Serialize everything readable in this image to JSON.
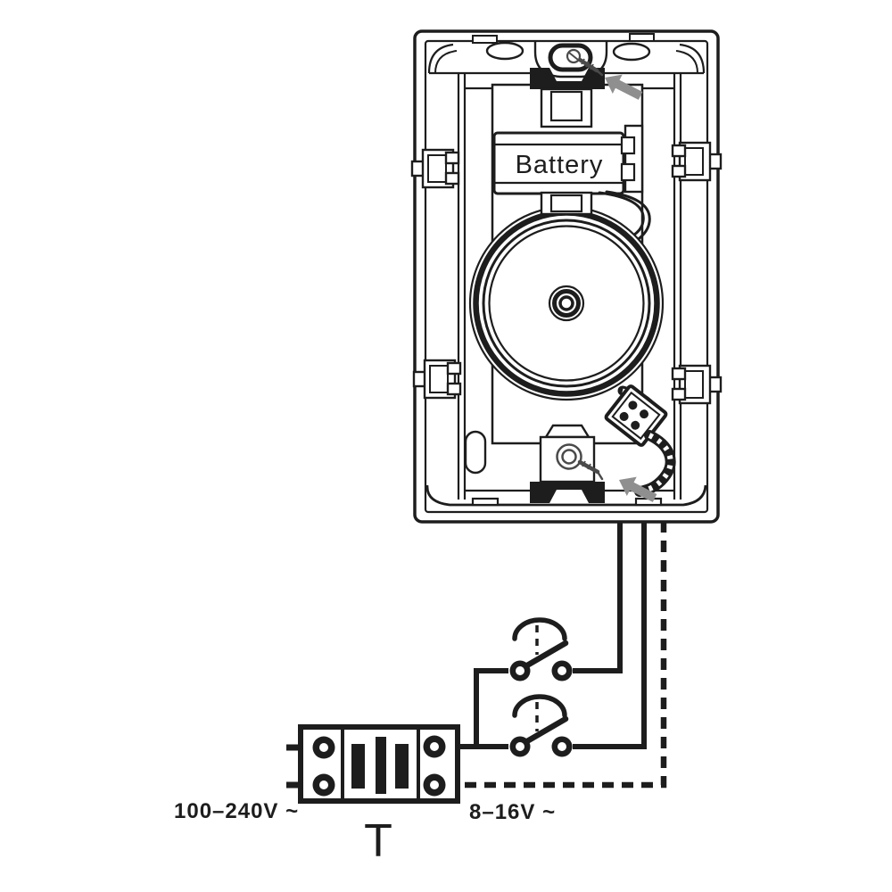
{
  "colors": {
    "background": "#ffffff",
    "ink": "#1d1d1d",
    "screw_gray": "#4a4a4a",
    "arrow_gray": "#8f8f8f"
  },
  "device": {
    "battery_label": "Battery"
  },
  "circuit_labels": {
    "primary_voltage": "100–240V ~",
    "transformer_symbol": "T",
    "secondary_voltage": "8–16V ~"
  }
}
